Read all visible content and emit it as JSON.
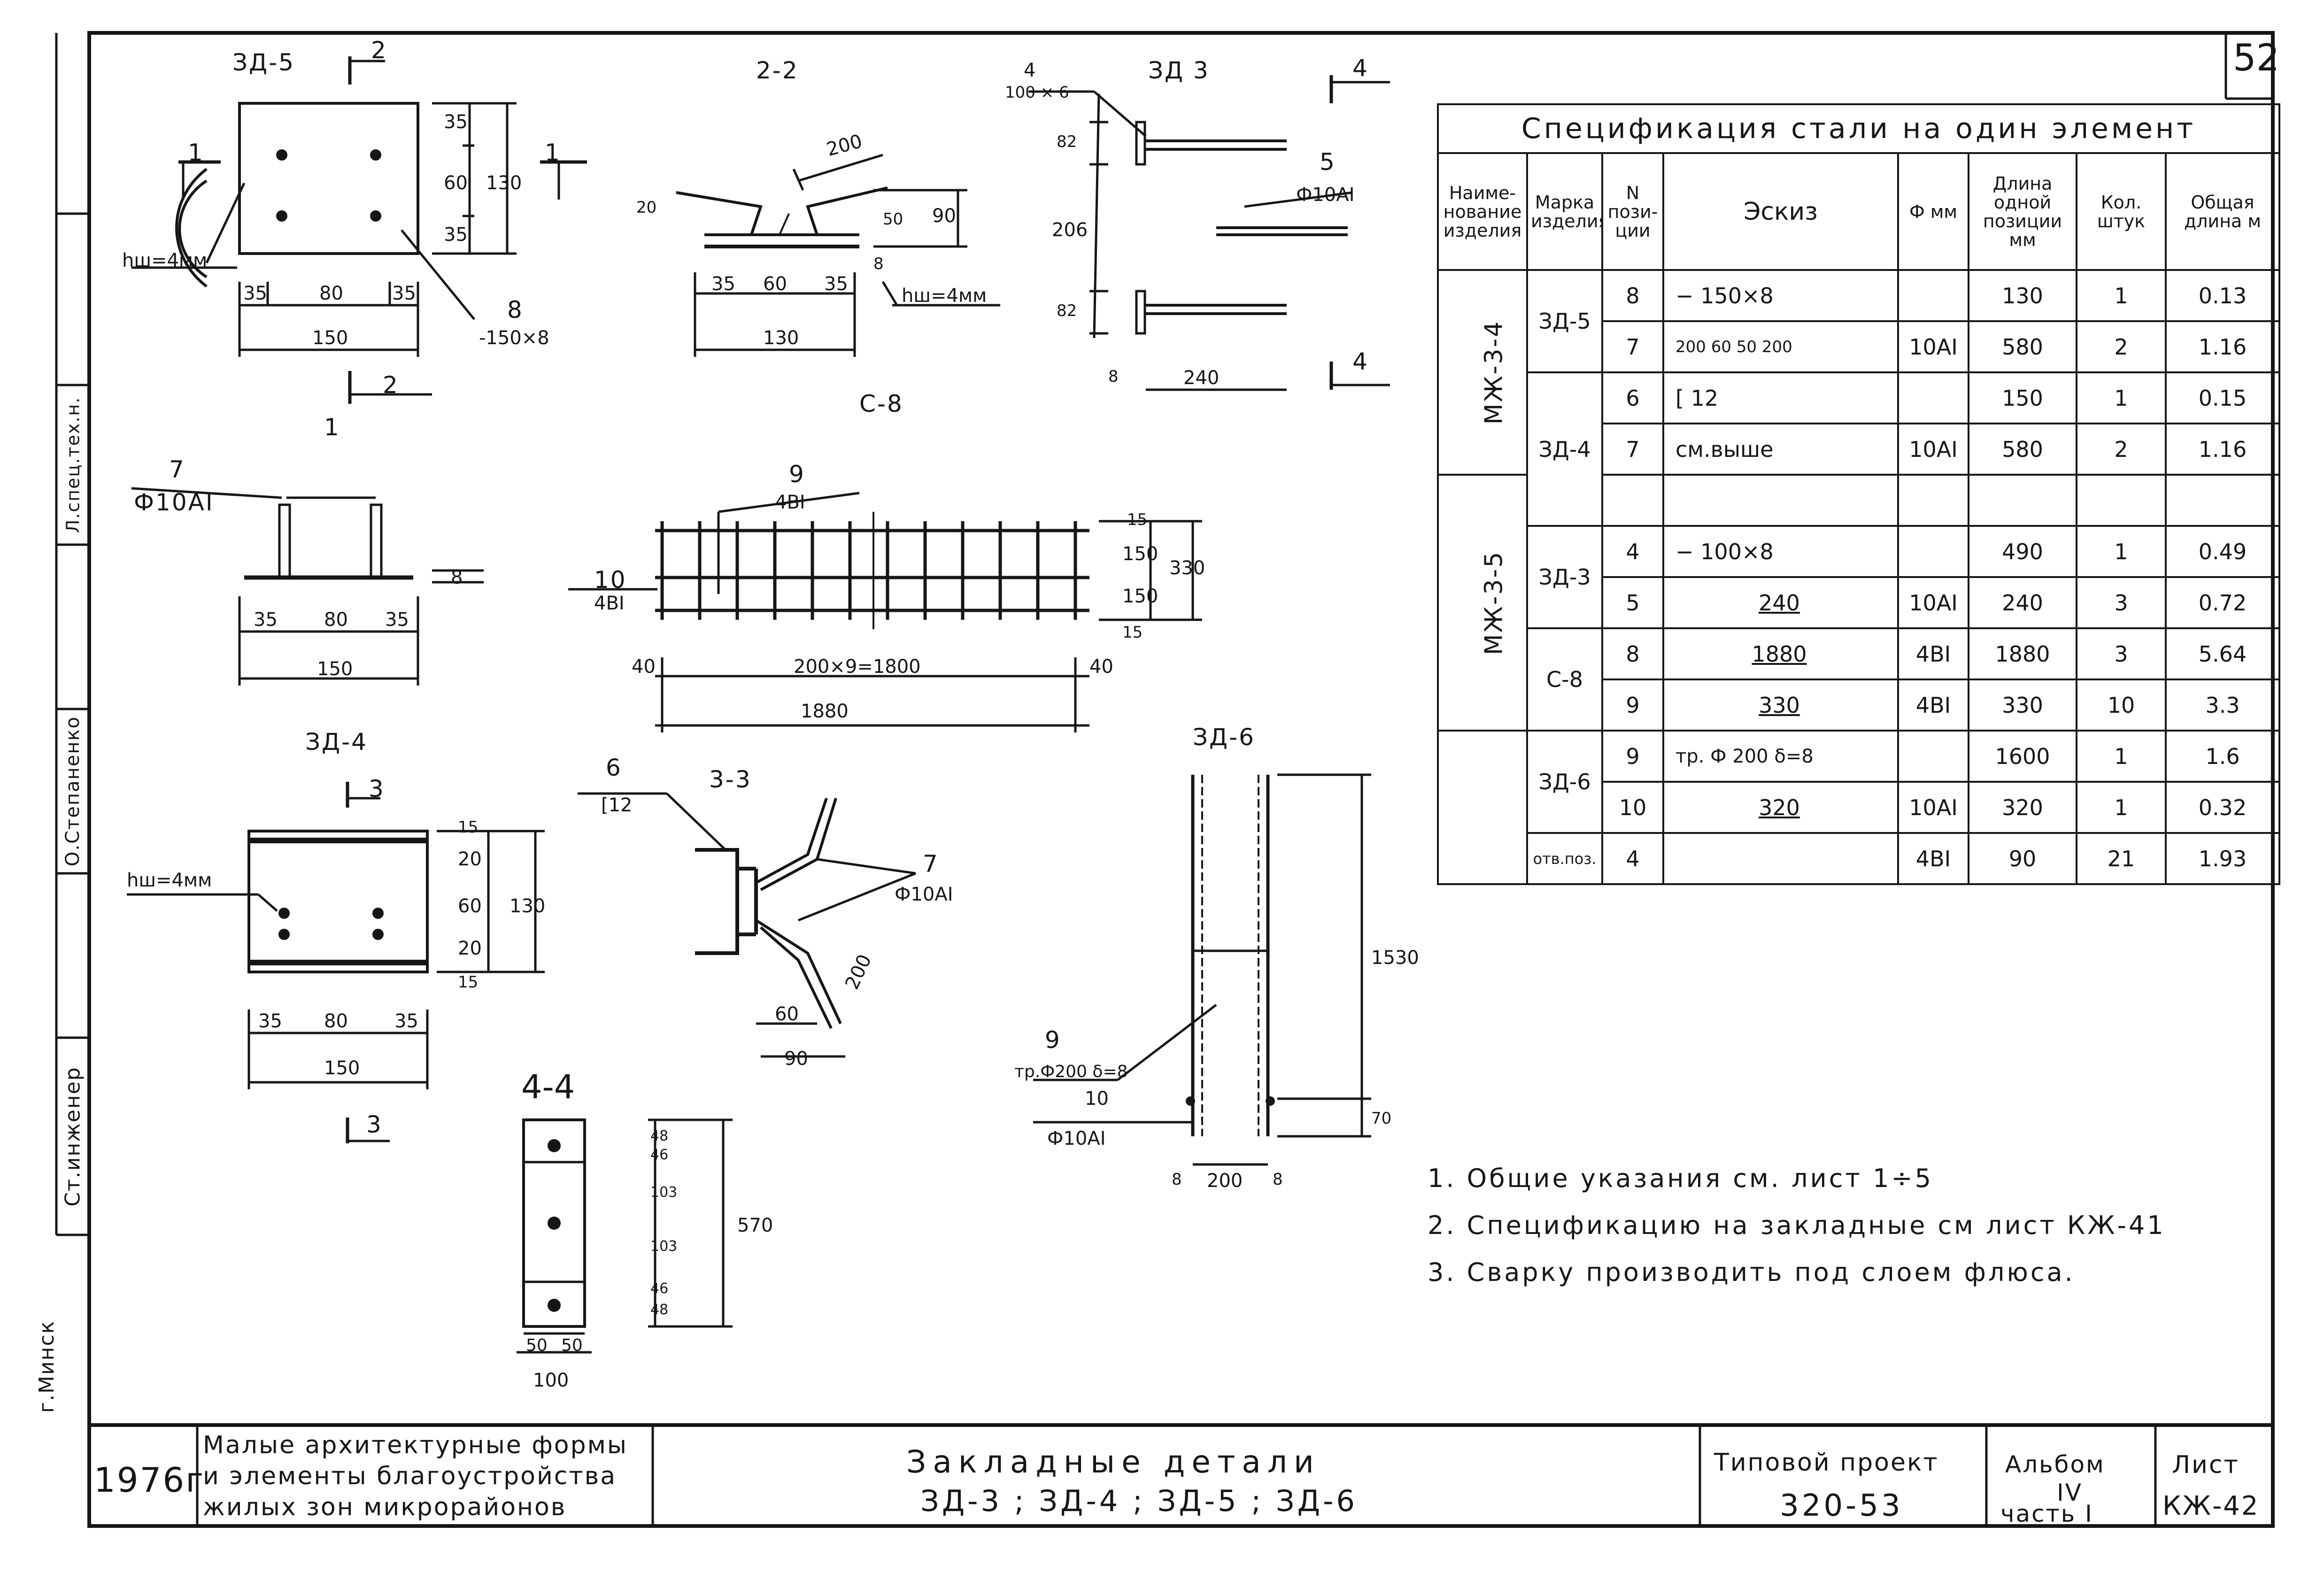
{
  "sheet_number": "52",
  "views": {
    "zd5": {
      "title": "ЗД-5",
      "dims": [
        "35",
        "80",
        "35",
        "150",
        "35",
        "60",
        "35",
        "130"
      ],
      "weld": "hш=4мм",
      "callout_num": "8",
      "callout_text": "-150×8",
      "section_marks": [
        "2",
        "1",
        "1",
        "2",
        "1"
      ]
    },
    "sec22": {
      "title": "2-2",
      "dims": [
        "200",
        "35",
        "60",
        "35",
        "130",
        "90",
        "50",
        "8",
        "20"
      ],
      "weld": "hш=4мм"
    },
    "zd3": {
      "title": "ЗД 3",
      "callout_num_4": "4",
      "callout_text_4": "100 × 6",
      "callout_num_5": "5",
      "callout_text_5": "Ф10АI",
      "dims": [
        "82",
        "206",
        "82",
        "8",
        "240"
      ],
      "section_marks": [
        "4",
        "4"
      ]
    },
    "c8label": "С-8",
    "sec11": {
      "callout_num": "7",
      "callout_text": "Ф10АI",
      "dims": [
        "35",
        "80",
        "35",
        "150",
        "8"
      ]
    },
    "mesh": {
      "callout_num_9": "9",
      "callout_text_9": "4ВI",
      "callout_num_10": "10",
      "callout_text_10": "4ВI",
      "dims": [
        "15",
        "150",
        "150",
        "15",
        "330",
        "40",
        "200×9=1800",
        "40",
        "1880"
      ]
    },
    "zd4": {
      "title": "ЗД-4",
      "weld": "hш=4мм",
      "dims": [
        "15",
        "20",
        "60",
        "20",
        "15",
        "130",
        "35",
        "80",
        "35",
        "150"
      ],
      "section_marks": [
        "3",
        "3"
      ]
    },
    "sec33": {
      "title": "3-3",
      "callout_num_6": "6",
      "callout_text_6": "[12",
      "callout_num_7": "7",
      "callout_text_7": "Ф10АI",
      "dims": [
        "200",
        "60",
        "90"
      ]
    },
    "sec44": {
      "title": "4-4",
      "dims": [
        "48",
        "46",
        "103",
        "103",
        "46",
        "48",
        "570",
        "50",
        "50",
        "100"
      ]
    },
    "zd6": {
      "title": "ЗД-6",
      "callout_num_9": "9",
      "callout_text_9": "тр.Ф200 δ=8",
      "callout_num_10": "10",
      "callout_text_10": "Ф10АI",
      "dims": [
        "1530",
        "70",
        "8",
        "200",
        "8"
      ]
    }
  },
  "spec": {
    "caption": "Спецификация стали на один элемент",
    "headers": [
      "Наиме-нование изделия",
      "Марка изделия",
      "N пози-ции",
      "Эскиз",
      "Ф мм",
      "Длина одной позиции мм",
      "Кол. штук",
      "Общая длина м"
    ],
    "product_names": [
      "МЖ-3-4",
      "МЖ-3-5"
    ],
    "rows": [
      {
        "mark": "ЗД-5",
        "pos": "8",
        "sketch": "− 150×8",
        "d": "",
        "len": "130",
        "qty": "1",
        "total": "0.13"
      },
      {
        "mark": "",
        "pos": "7",
        "sketch": "200 60 50 200",
        "d": "10АI",
        "len": "580",
        "qty": "2",
        "total": "1.16"
      },
      {
        "mark": "ЗД-4",
        "pos": "6",
        "sketch": "[ 12",
        "d": "",
        "len": "150",
        "qty": "1",
        "total": "0.15"
      },
      {
        "mark": "",
        "pos": "7",
        "sketch": "см.выше",
        "d": "10АI",
        "len": "580",
        "qty": "2",
        "total": "1.16"
      },
      {
        "mark": "ЗД-3",
        "pos": "4",
        "sketch": "− 100×8",
        "d": "",
        "len": "490",
        "qty": "1",
        "total": "0.49"
      },
      {
        "mark": "",
        "pos": "5",
        "sketch": "240",
        "d": "10АI",
        "len": "240",
        "qty": "3",
        "total": "0.72"
      },
      {
        "mark": "С-8",
        "pos": "8",
        "sketch": "1880",
        "d": "4ВI",
        "len": "1880",
        "qty": "3",
        "total": "5.64"
      },
      {
        "mark": "",
        "pos": "9",
        "sketch": "330",
        "d": "4ВI",
        "len": "330",
        "qty": "10",
        "total": "3.3"
      },
      {
        "mark": "ЗД-6",
        "pos": "9",
        "sketch": "тр. Ф 200 δ=8",
        "d": "",
        "len": "1600",
        "qty": "1",
        "total": "1.6"
      },
      {
        "mark": "",
        "pos": "10",
        "sketch": "320",
        "d": "10АI",
        "len": "320",
        "qty": "1",
        "total": "0.32"
      },
      {
        "mark": "отв.поз.",
        "pos": "4",
        "sketch": "",
        "d": "4ВI",
        "len": "90",
        "qty": "21",
        "total": "1.93"
      }
    ]
  },
  "notes": [
    "1. Общие указания см. лист 1÷5",
    "2. Спецификацию на закладные см лист КЖ-41",
    "3. Сварку производить под слоем флюса."
  ],
  "side_stamp": {
    "cells": [
      "Ст.инженер",
      "О.Степаненко",
      "Л.спец.тех.н."
    ],
    "city": "г.Минск"
  },
  "title_block": {
    "year": "1976г",
    "project_desc": [
      "Малые архитектурные формы",
      "и элементы благоустройства",
      "жилых зон микрорайонов"
    ],
    "title": "Закладные детали",
    "subtitle": "ЗД-3 ; ЗД-4 ; ЗД-5 ; ЗД-6",
    "typical_project_label": "Типовой проект",
    "typical_project": "320-53",
    "album_label": "Альбом",
    "album": "IV",
    "part": "часть I",
    "sheet_label": "Лист",
    "sheet": "КЖ-42"
  }
}
